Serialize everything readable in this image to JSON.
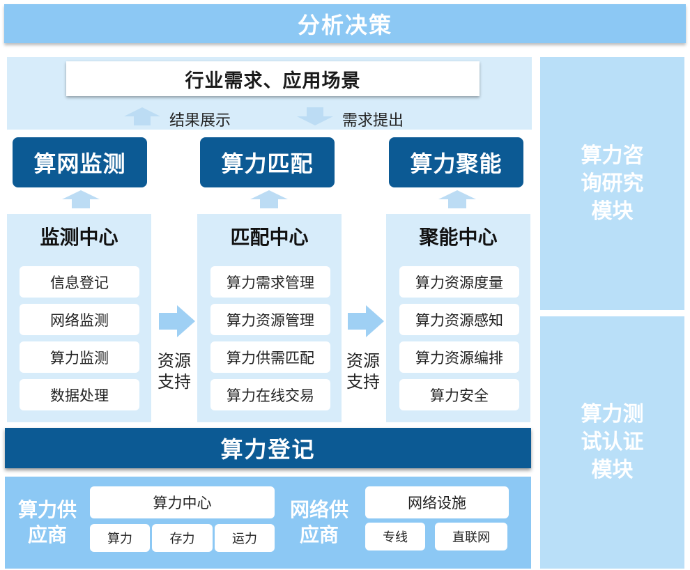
{
  "header": {
    "title": "分析决策"
  },
  "requirements": {
    "title": "行业需求、应用场景",
    "up_label": "结果展示",
    "down_label": "需求提出"
  },
  "functions": [
    {
      "label": "算网监测"
    },
    {
      "label": "算力匹配"
    },
    {
      "label": "算力聚能"
    }
  ],
  "centers": [
    {
      "title": "监测中心",
      "items": [
        "信息登记",
        "网络监测",
        "算力监测",
        "数据处理"
      ]
    },
    {
      "title": "匹配中心",
      "items": [
        "算力需求管理",
        "算力资源管理",
        "算力供需匹配",
        "算力在线交易"
      ]
    },
    {
      "title": "聚能中心",
      "items": [
        "算力资源度量",
        "算力资源感知",
        "算力资源编排",
        "算力安全"
      ]
    }
  ],
  "support": {
    "line1": "资源",
    "line2": "支持"
  },
  "registration": {
    "title": "算力登记"
  },
  "suppliers": {
    "compute": {
      "title_line1": "算力供",
      "title_line2": "应商",
      "main": "算力中心",
      "subs": [
        "算力",
        "存力",
        "运力"
      ]
    },
    "network": {
      "title_line1": "网络供",
      "title_line2": "应商",
      "main": "网络设施",
      "subs": [
        "专线",
        "直联网"
      ]
    }
  },
  "side_modules": [
    {
      "lines": [
        "算力咨",
        "询研究",
        "模块"
      ]
    },
    {
      "lines": [
        "算力测",
        "试认证",
        "模块"
      ]
    }
  ],
  "colors": {
    "dark_blue": "#0c5a94",
    "light_blue": "#8cc8f4",
    "pale_blue": "#d7ecfa",
    "side_blue": "#b9dff8"
  }
}
